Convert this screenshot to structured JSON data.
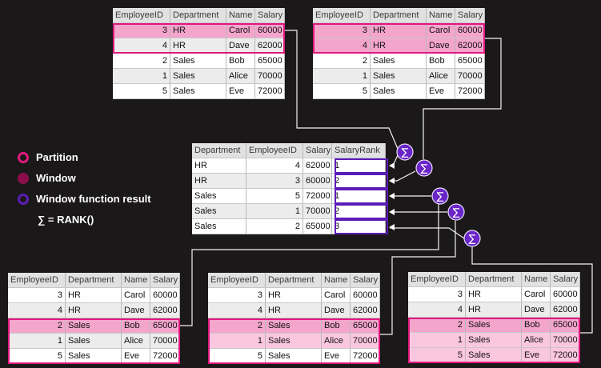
{
  "colors": {
    "background": "#1b1819",
    "partition": "#e0187e",
    "window": "#8b0e4b",
    "result": "#5b1db8",
    "sum_circle": "#6a26c9",
    "partition_fill": "#f4a5cc"
  },
  "legend": {
    "partition": "Partition",
    "window": "Window",
    "result": "Window function result",
    "formula": "∑ = RANK()"
  },
  "sum_symbol": "∑",
  "employee_headers": [
    "EmployeeID",
    "Department",
    "Name",
    "Salary"
  ],
  "employee_rows": [
    [
      "3",
      "HR",
      "Carol",
      "60000"
    ],
    [
      "4",
      "HR",
      "Dave",
      "62000"
    ],
    [
      "2",
      "Sales",
      "Bob",
      "65000"
    ],
    [
      "1",
      "Sales",
      "Alice",
      "70000"
    ],
    [
      "5",
      "Sales",
      "Eve",
      "72000"
    ]
  ],
  "result_headers": [
    "Department",
    "EmployeeID",
    "Salary",
    "SalaryRank"
  ],
  "result_rows": [
    [
      "HR",
      "4",
      "62000",
      "1"
    ],
    [
      "HR",
      "3",
      "60000",
      "2"
    ],
    [
      "Sales",
      "5",
      "72000",
      "1"
    ],
    [
      "Sales",
      "1",
      "70000",
      "2"
    ],
    [
      "Sales",
      "2",
      "65000",
      "3"
    ]
  ]
}
